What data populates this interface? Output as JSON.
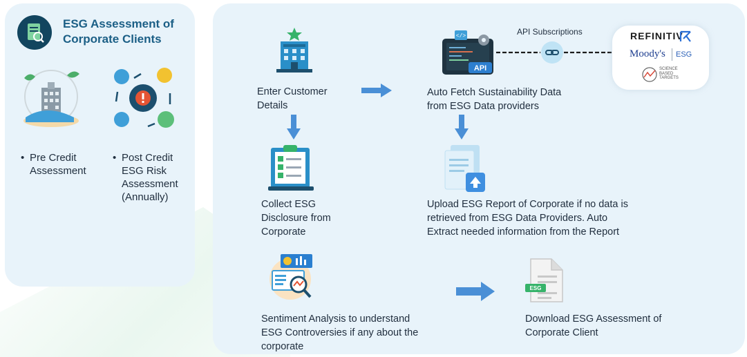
{
  "left": {
    "title": "ESG Assessment of Corporate Clients",
    "bullets": [
      {
        "lines": [
          "Pre Credit",
          "Assessment"
        ]
      },
      {
        "lines": [
          "Post Credit",
          "ESG Risk",
          "Assessment",
          "(Annually)"
        ]
      }
    ]
  },
  "flow": {
    "enter_customer": [
      "Enter Customer",
      "Details"
    ],
    "auto_fetch": [
      "Auto Fetch Sustainability Data",
      "from ESG Data providers"
    ],
    "api_subscriptions": "API Subscriptions",
    "api_label": "API",
    "collect": [
      "Collect ESG",
      "Disclosure from",
      "Corporate"
    ],
    "upload": [
      "Upload ESG Report of Corporate if no data is",
      "retrieved from ESG Data Providers. Auto",
      "Extract needed information from the Report"
    ],
    "sentiment": [
      "Sentiment Analysis to understand",
      "ESG Controversies if any about the",
      "corporate"
    ],
    "download": [
      "Download ESG Assessment of",
      "Corporate Client"
    ],
    "esg_tag": "ESG"
  },
  "providers": {
    "refinitiv": "REFINITIV",
    "moodys": "Moody's",
    "moodys_esg": "ESG",
    "sbti": [
      "SCIENCE",
      "BASED",
      "TARGETS"
    ]
  },
  "colors": {
    "arrow": "#4a8fd6",
    "title": "#1b5f86",
    "panel": "#e8f3fa"
  }
}
